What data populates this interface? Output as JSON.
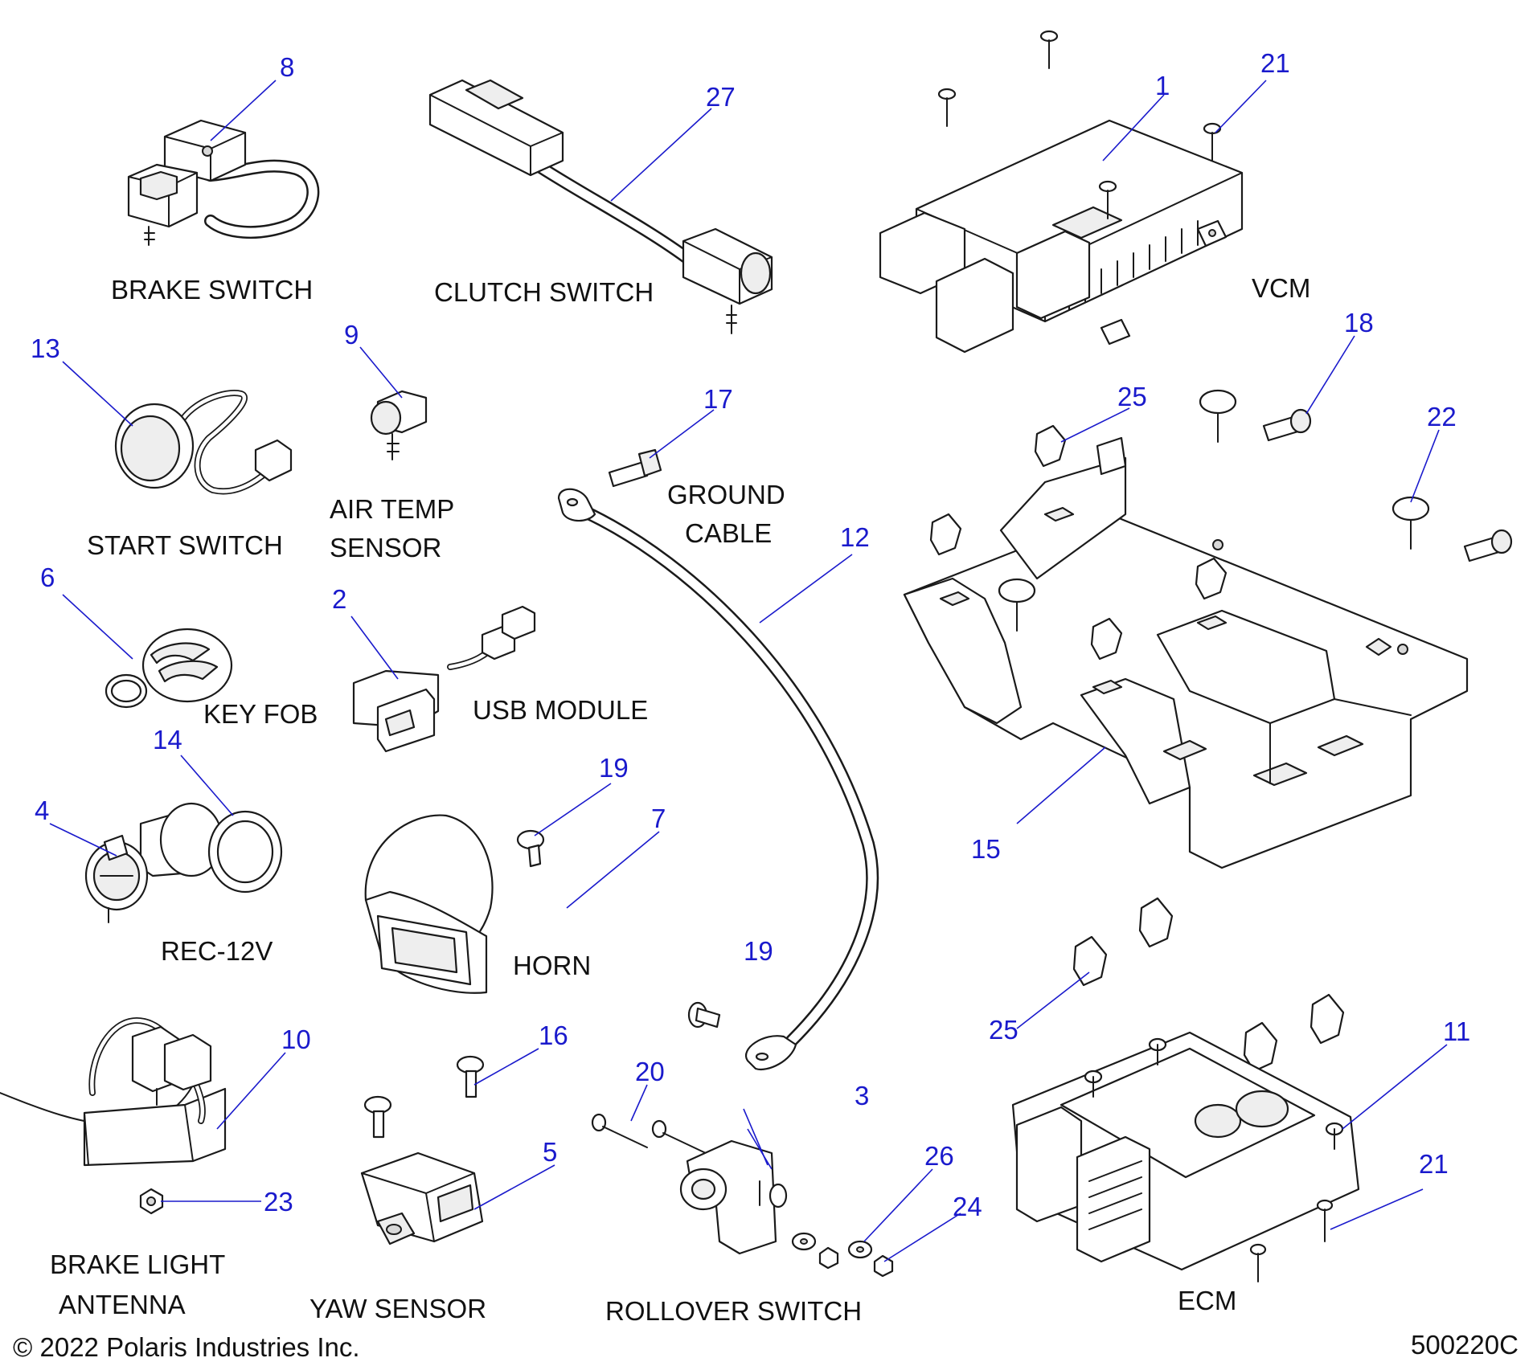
{
  "labels": {
    "brake_switch": "BRAKE SWITCH",
    "clutch_switch": "CLUTCH SWITCH",
    "vcm": "VCM",
    "start_switch": "START SWITCH",
    "air_temp_1": "AIR TEMP",
    "air_temp_2": "SENSOR",
    "ground_cable_1": "GROUND",
    "ground_cable_2": "CABLE",
    "key_fob": "KEY FOB",
    "usb_module": "USB MODULE",
    "rec_12v": "REC-12V",
    "horn": "HORN",
    "brake_light_antenna_1": "BRAKE LIGHT",
    "brake_light_antenna_2": "ANTENNA",
    "yaw_sensor": "YAW SENSOR",
    "rollover_switch": "ROLLOVER SWITCH",
    "ecm": "ECM"
  },
  "callouts": {
    "c8": "8",
    "c27": "27",
    "c1": "1",
    "c21a": "21",
    "c21b": "21",
    "c13": "13",
    "c9": "9",
    "c17": "17",
    "c18": "18",
    "c25a": "25",
    "c25b": "25",
    "c22": "22",
    "c12": "12",
    "c6": "6",
    "c2": "2",
    "c14": "14",
    "c19a": "19",
    "c19b": "19",
    "c7": "7",
    "c4": "4",
    "c15": "15",
    "c11": "11",
    "c10": "10",
    "c16": "16",
    "c20": "20",
    "c3": "3",
    "c5": "5",
    "c26": "26",
    "c24": "24",
    "c23": "23"
  },
  "footer": {
    "copyright": "© 2022 Polaris Industries Inc.",
    "drawing_number": "500220C"
  }
}
